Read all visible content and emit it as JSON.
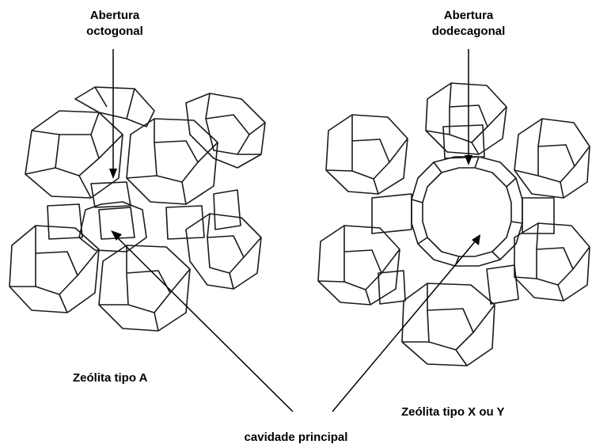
{
  "labels": {
    "left_aperture_line1": "Abertura",
    "left_aperture_line2": "octogonal",
    "right_aperture_line1": "Abertura",
    "right_aperture_line2": "dodecagonal",
    "left_structure": "Zeólita tipo A",
    "right_structure": "Zeólita tipo X ou Y",
    "cavity": "cavidade principal"
  }
}
